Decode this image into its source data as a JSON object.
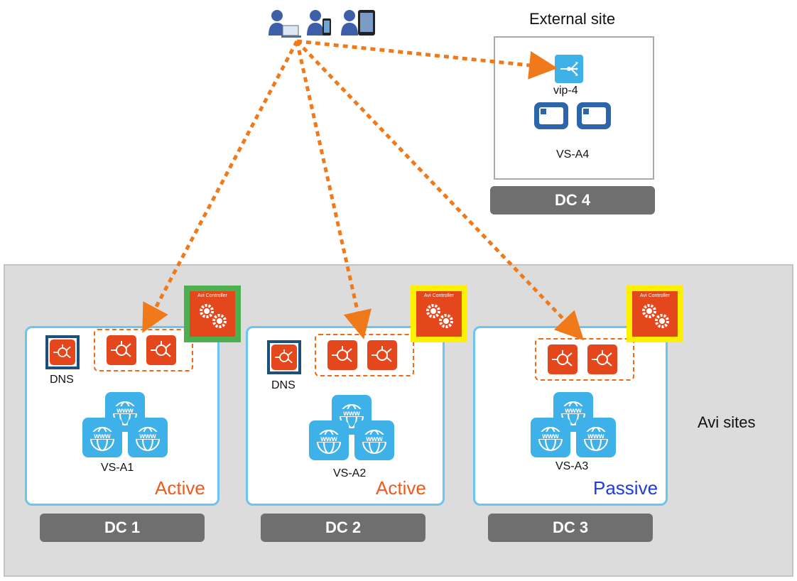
{
  "external_site": {
    "title": "External site",
    "vip_label": "vip-4",
    "vs_label": "VS-A4",
    "dc_label": "DC 4"
  },
  "avi_sites_label": "Avi sites",
  "sites": [
    {
      "dc_label": "DC 1",
      "vs_label": "VS-A1",
      "status": "Active",
      "dns_label": "DNS",
      "controller_label": "Avi Controller",
      "controller_border": "#4caf50"
    },
    {
      "dc_label": "DC 2",
      "vs_label": "VS-A2",
      "status": "Active",
      "dns_label": "DNS",
      "controller_label": "Avi Controller",
      "controller_border": "#ffef00"
    },
    {
      "dc_label": "DC 3",
      "vs_label": "VS-A3",
      "status": "Passive",
      "controller_label": "Avi Controller",
      "controller_border": "#ffef00"
    }
  ],
  "colors": {
    "active": "#f05a1a",
    "passive": "#1e3be0",
    "arrow": "#f07a1a",
    "site_border": "#6cc4f0",
    "dc_bar": "#6f6f6f",
    "vs_icon": "#e5471d",
    "web_icon": "#3fb1e9"
  },
  "icons": [
    "user-laptop-icon",
    "user-phone-icon",
    "user-tablet-icon",
    "vip-icon",
    "server-icon",
    "virtual-service-icon",
    "gear-icon",
    "web-server-icon"
  ]
}
